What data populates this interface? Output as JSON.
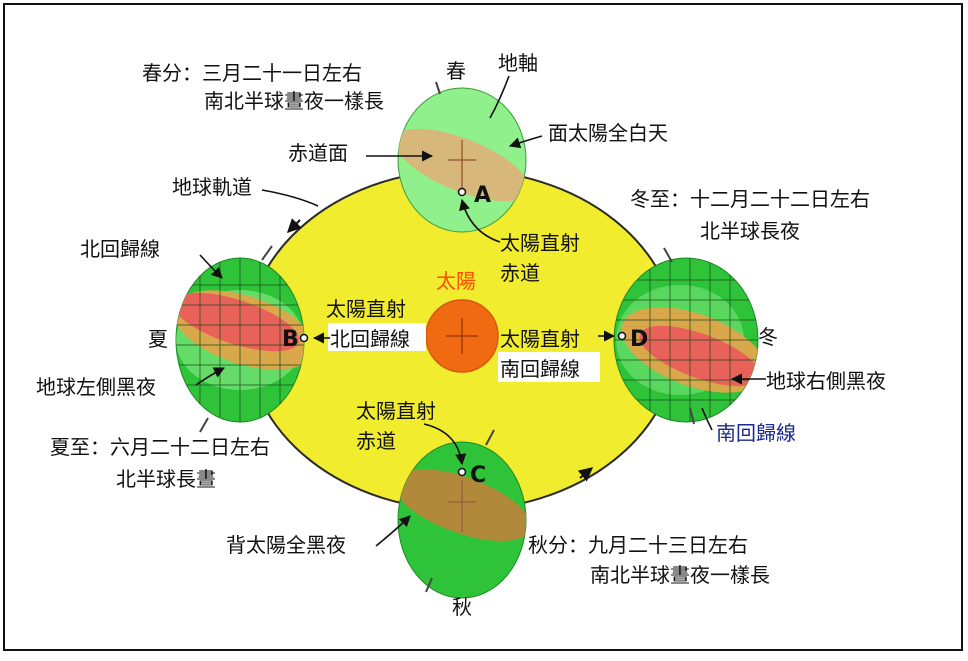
{
  "texts": {
    "spring_label": "春",
    "summer_label": "夏",
    "autumn_label": "秋",
    "winter_label": "冬",
    "sun": "太陽",
    "axis": "地軸",
    "equator_plane": "赤道面",
    "faces_sun": "面太陽全白天",
    "orbit": "地球軌道",
    "equinox_spring_l1": "春分：三月二十一日左右",
    "equinox_spring_l2": "南北半球晝夜一樣長",
    "solstice_winter_l1": "冬至：十二月二十二日左右",
    "solstice_winter_l2": "北半球長夜",
    "tropic_cancer": "北回歸線",
    "tropic_capricorn": "南回歸線",
    "left_night": "地球左側黑夜",
    "right_night": "地球右側黑夜",
    "solstice_summer_l1": "夏至：六月二十二日左右",
    "solstice_summer_l2": "北半球長晝",
    "direct_sun": "太陽直射",
    "equator": "赤道",
    "back_night": "背太陽全黑夜",
    "equinox_autumn_l1": "秋分：九月二十三日左右",
    "equinox_autumn_l2": "南北半球晝夜一樣長",
    "point_a": "A",
    "point_b": "B",
    "point_c": "C",
    "point_d": "D"
  },
  "colors": {
    "orbit_fill": "#f2ec2e",
    "earth_green": "#2fc33a",
    "earth_light_green": "#8ff08c",
    "band_tan": "#d8b77a",
    "band_red": "#e8625a",
    "sun": "#f06a12",
    "sun_label": "#ff4a00",
    "navy_text": "#1a2a8a"
  }
}
